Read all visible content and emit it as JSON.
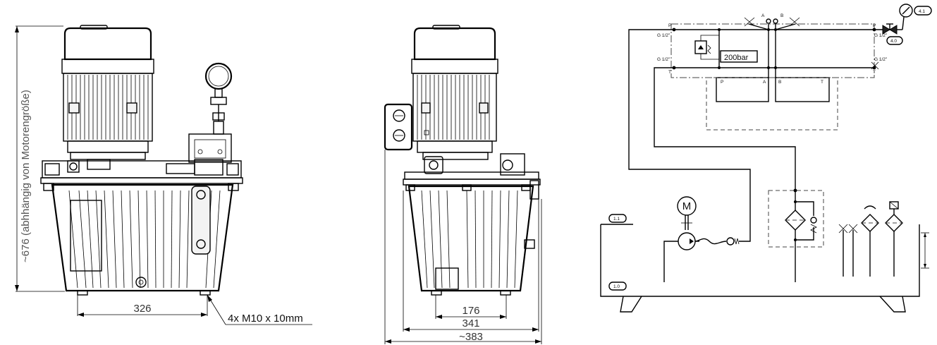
{
  "front_view": {
    "height_label": "~676 (abhhängig von Motorengröße)",
    "width_label": "326",
    "mount_note": "4x M10 x 10mm"
  },
  "side_view": {
    "dim_inner": "176",
    "dim_mid": "341",
    "dim_outer": "~383"
  },
  "schematic": {
    "pressure_setting": "200bar",
    "port_P": "P",
    "port_T": "T",
    "port_A": "A",
    "port_B": "B",
    "thread_P_left": "G 1/2\"",
    "thread_T_left": "G 1/2\"",
    "thread_P_right": "G 1/2\"",
    "thread_T_right": "G 1/2\"",
    "motor_symbol": "M",
    "tag_gauge": "4.1",
    "tag_valve": "4.0",
    "tag_top_level": "1.1",
    "tag_tank": "1.0"
  }
}
